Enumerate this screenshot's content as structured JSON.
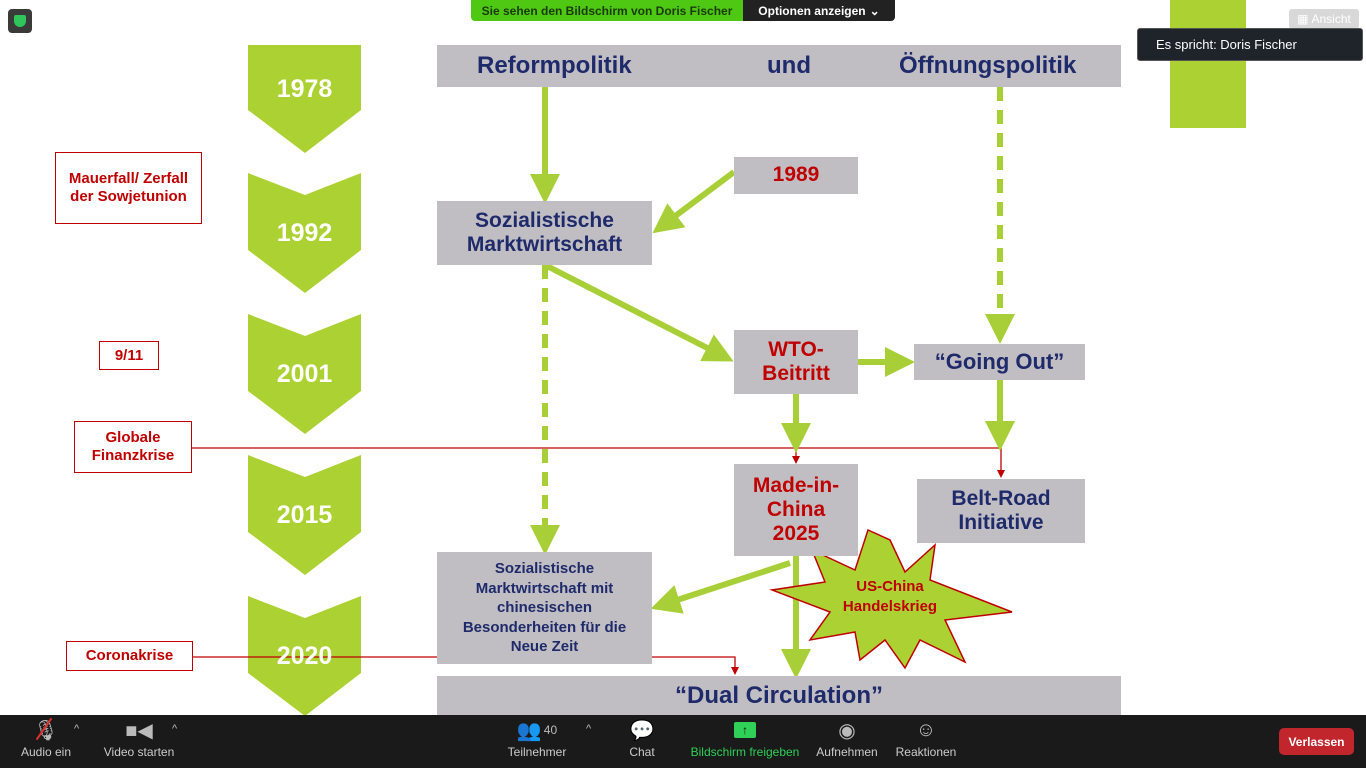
{
  "share_banner": {
    "text": "Sie sehen den Bildschirm von Doris Fischer",
    "options": "Optionen anzeigen"
  },
  "view_button": "Ansicht",
  "speaker": "Es spricht: Doris Fischer",
  "slide": {
    "header": [
      "Reformpolitik",
      "und",
      "Öffnungspolitik"
    ],
    "years": [
      "1978",
      "1992",
      "2001",
      "2015",
      "2020"
    ],
    "events": {
      "mauerfall": "Mauerfall/ Zerfall der Sowjetunion",
      "nine_eleven": "9/11",
      "finanzkrise": "Globale Finanzkrise",
      "corona": "Coronakrise"
    },
    "boxes": {
      "y1989": "1989",
      "soz_markt": "Sozialistische Marktwirtschaft",
      "wto": "WTO-Beitritt",
      "going_out": "“Going Out”",
      "mic": "Made-in-China 2025",
      "bri": "Belt-Road Initiative",
      "soz_neu": "Sozialistische Marktwirtschaft mit chinesischen Besonderheiten für die Neue Zeit",
      "dual": "“Dual Circulation”",
      "trade_war": "US-China Handelskrieg"
    }
  },
  "toolbar": {
    "audio": "Audio ein",
    "video": "Video starten",
    "participants": "Teilnehmer",
    "participants_count": "40",
    "chat": "Chat",
    "share": "Bildschirm freigeben",
    "record": "Aufnehmen",
    "reactions": "Reaktionen",
    "leave": "Verlassen"
  }
}
